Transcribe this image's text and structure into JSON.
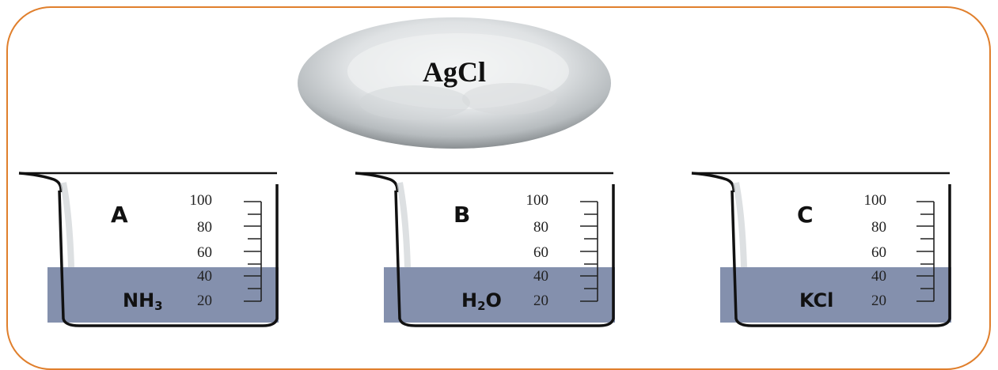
{
  "powder": {
    "label": "AgCl"
  },
  "beakers": [
    {
      "letter": "A",
      "solution_main": "NH",
      "solution_sub": "3",
      "solution_tail": ""
    },
    {
      "letter": "B",
      "solution_main": "H",
      "solution_sub": "2",
      "solution_tail": "O"
    },
    {
      "letter": "C",
      "solution_main": "KCl",
      "solution_sub": "",
      "solution_tail": ""
    }
  ],
  "scale_labels": [
    "100",
    "80",
    "60",
    "40",
    "20"
  ],
  "colors": {
    "frame": "#e07f2c",
    "liquid": "#8490ad",
    "powder": "#e6e8ea"
  }
}
